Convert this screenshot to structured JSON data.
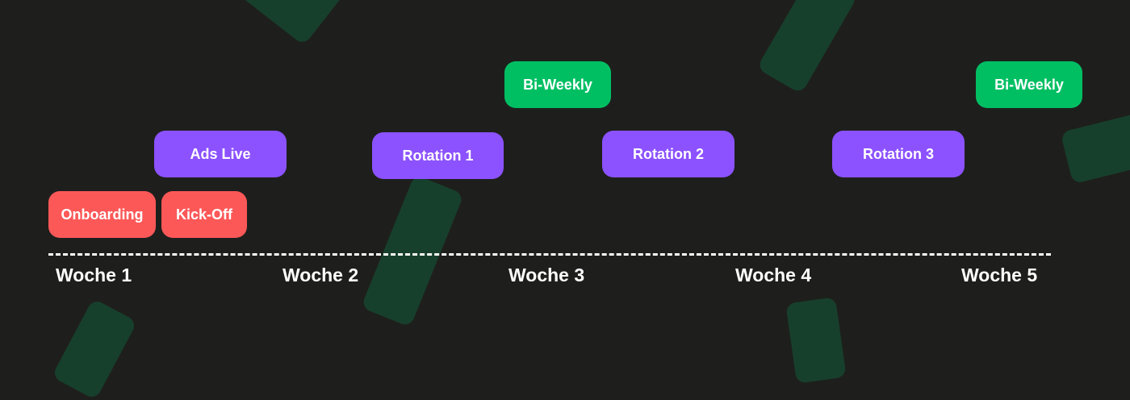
{
  "colors": {
    "background": "#1e1f1d",
    "decoration": "#17402c",
    "red": "#fc5858",
    "purple": "#8c52ff",
    "green": "#00bf63",
    "text": "#ffffff"
  },
  "milestones": [
    {
      "label": "Onboarding",
      "color": "red",
      "week": 1
    },
    {
      "label": "Kick-Off",
      "color": "red",
      "week": 1
    },
    {
      "label": "Ads Live",
      "color": "purple",
      "week": 1
    },
    {
      "label": "Rotation 1",
      "color": "purple",
      "week": 2
    },
    {
      "label": "Bi-Weekly",
      "color": "green",
      "week": 3
    },
    {
      "label": "Rotation 2",
      "color": "purple",
      "week": 3
    },
    {
      "label": "Rotation 3",
      "color": "purple",
      "week": 4
    },
    {
      "label": "Bi-Weekly",
      "color": "green",
      "week": 5
    }
  ],
  "weeks": [
    "Woche 1",
    "Woche 2",
    "Woche 3",
    "Woche 4",
    "Woche 5"
  ]
}
